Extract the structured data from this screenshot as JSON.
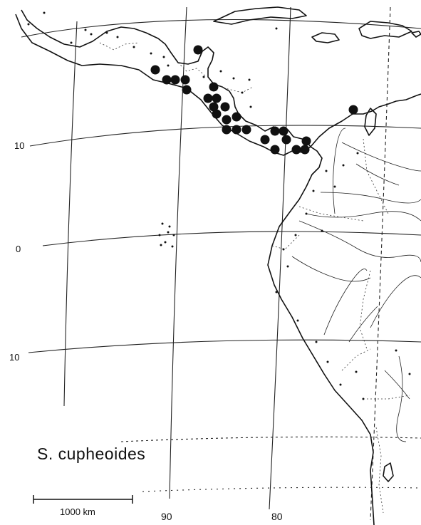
{
  "map": {
    "species_name": "S. cupheoides",
    "latitude_labels": [
      "10",
      "0",
      "10"
    ],
    "longitude_labels": [
      "90",
      "80"
    ],
    "scale_bar_label": "1000 km",
    "colors": {
      "ink": "#111111",
      "background": "#ffffff"
    }
  }
}
